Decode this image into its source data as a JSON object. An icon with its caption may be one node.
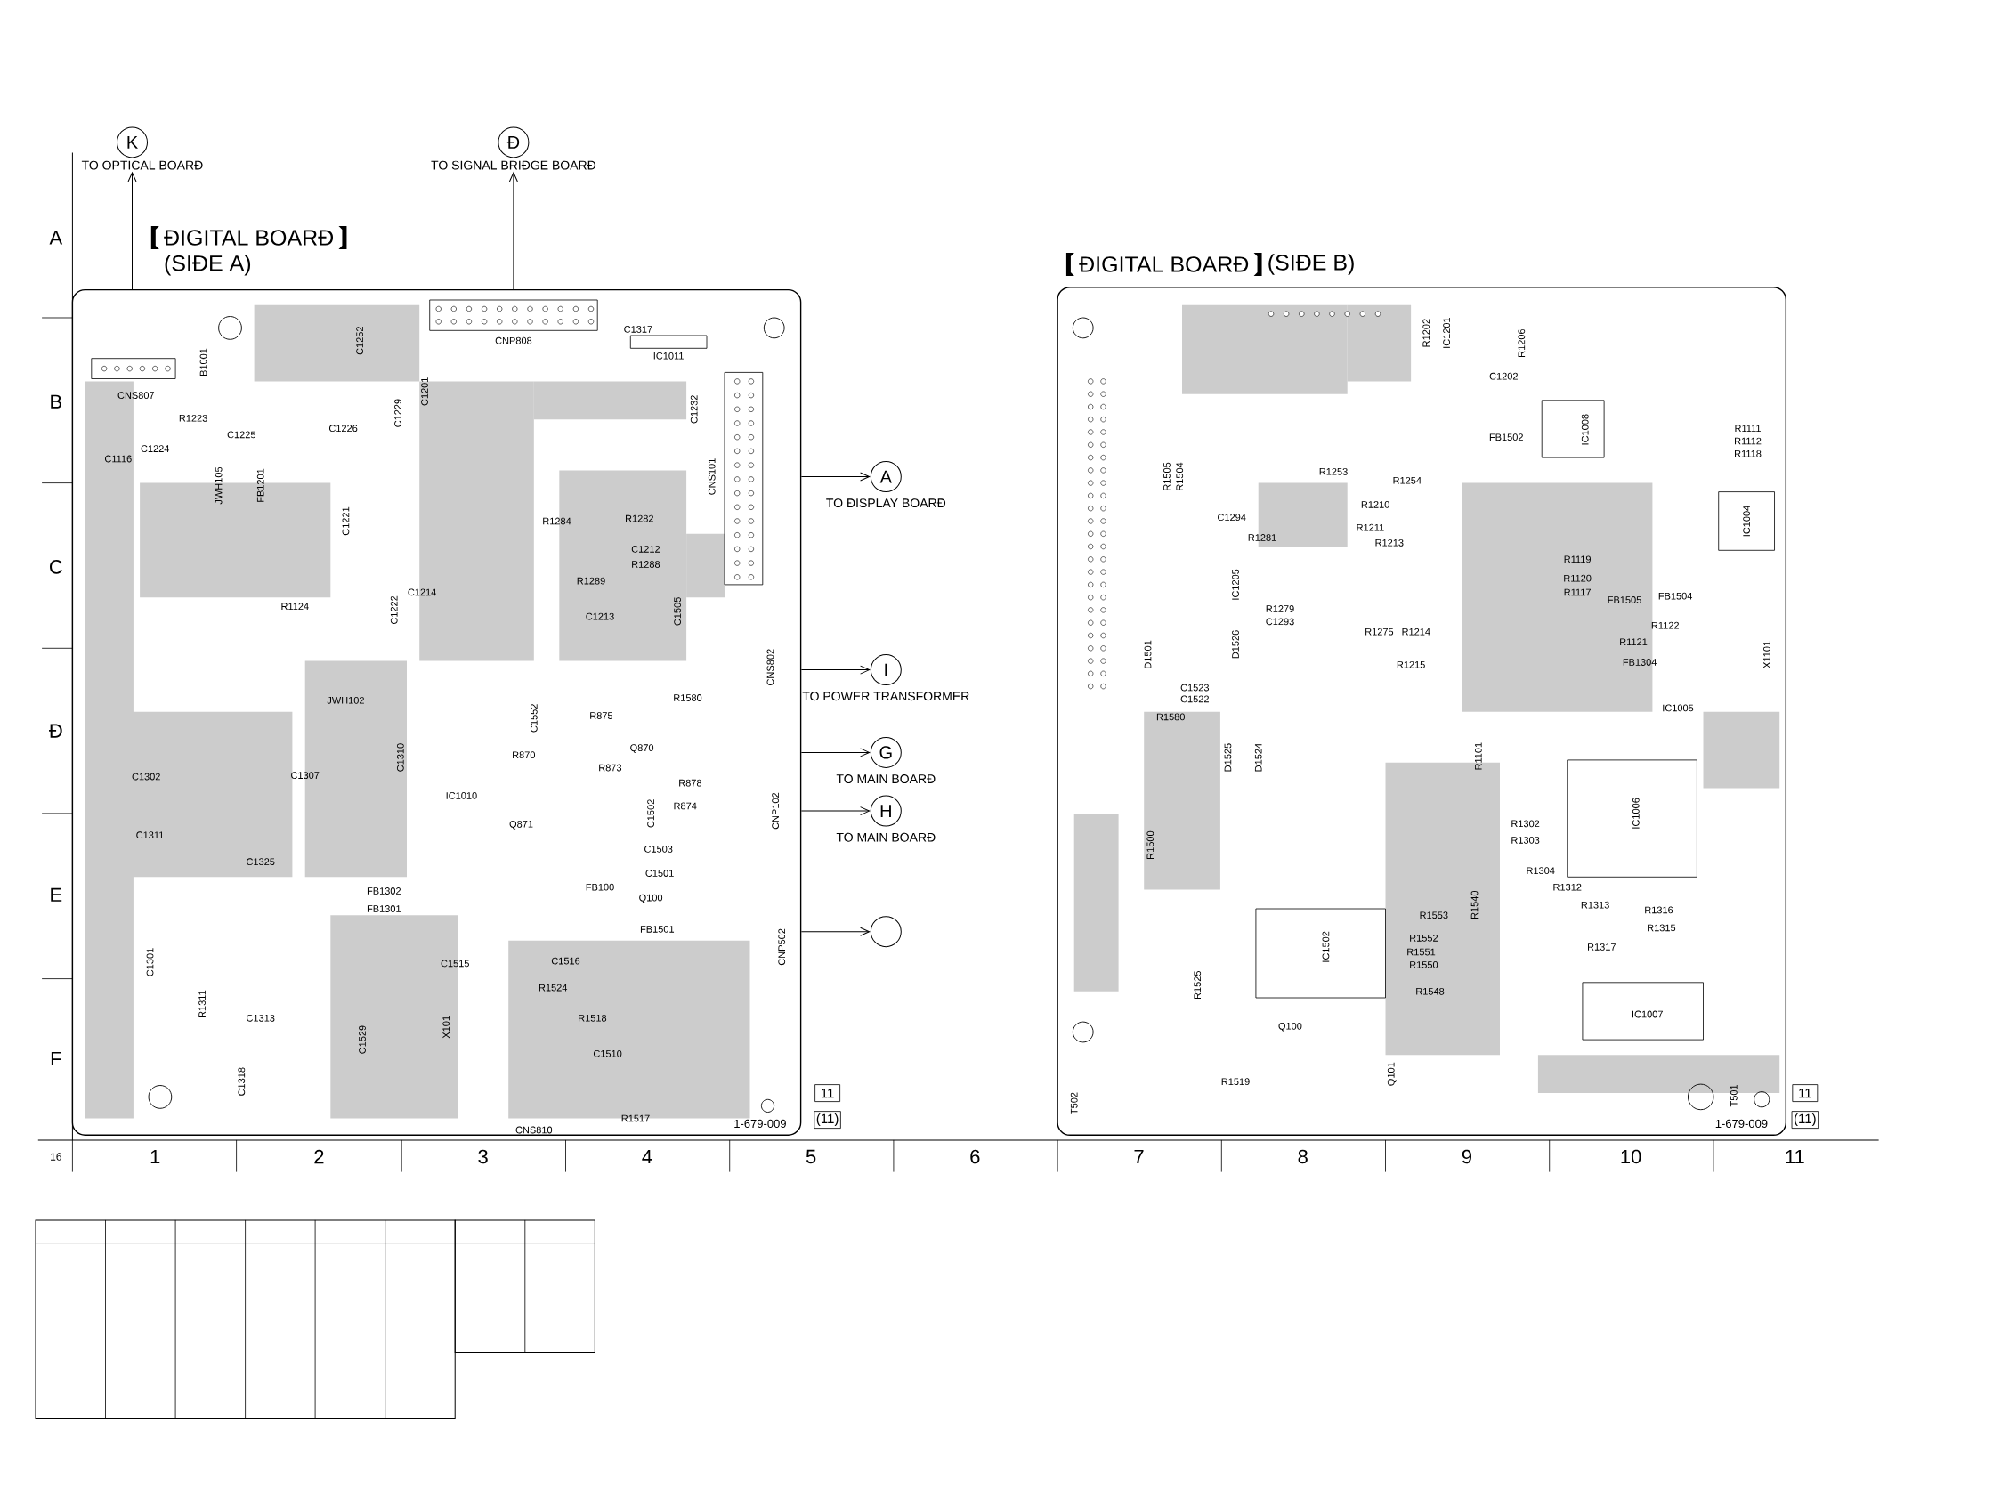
{
  "diagram": {
    "nodes": [
      {
        "text": [
          "ĐIGITAL BOARĐ",
          "(SIĐE A)"
        ]
      },
      {
        "text": [
          "ĐIGITAL BOARĐ",
          "(SIĐE B)"
        ]
      },
      {
        "text": [
          "K"
        ]
      },
      {
        "text": [
          "TO OPTICAL BOARĐ"
        ]
      },
      {
        "text": [
          "Đ"
        ]
      },
      {
        "text": [
          "TO SIGNAL BRIĐGE BOARĐ"
        ]
      },
      {
        "text": [
          "A"
        ],
        "beside": [
          "TO ĐISPLAY BOARĐ"
        ]
      },
      {
        "text": [
          "I"
        ],
        "beside": [
          "TO POWER TRANSFORMER"
        ]
      },
      {
        "text": [
          "G"
        ],
        "beside": [
          "TO MAIN BOARĐ"
        ]
      },
      {
        "text": [
          "H"
        ],
        "beside": [
          "TO MAIN BOARĐ"
        ]
      },
      {
        "text": [],
        "shape": "circle"
      }
    ],
    "edges": [
      {
        "from": 0,
        "to": 3,
        "arrow": "to"
      },
      {
        "from": 0,
        "to": 5,
        "arrow": "to"
      },
      {
        "from": 0,
        "to": 6,
        "arrow": "to"
      },
      {
        "from": 0,
        "to": 7,
        "arrow": "to"
      },
      {
        "from": 0,
        "to": 8,
        "arrow": "to"
      },
      {
        "from": 0,
        "to": 9,
        "arrow": "to"
      },
      {
        "from": 0,
        "to": 10,
        "arrow": "to"
      }
    ],
    "labels": [
      "CNS807",
      "B1001",
      "R1223",
      "C1224",
      "C1225",
      "C1116",
      "JWH105",
      "FB1201",
      "C1252",
      "CNP808",
      "C1317",
      "IC1011",
      "C1201",
      "C1229",
      "C1226",
      "C1232",
      "CNS101",
      "C1221",
      "R1284",
      "R1282",
      "C1212",
      "R1288",
      "R1289",
      "C1214",
      "R1124",
      "C1222",
      "C1213",
      "C1505",
      "CNS802",
      "JWH102",
      "R1580",
      "C1552",
      "R875",
      "Q870",
      "R870",
      "C1310",
      "C1302",
      "C1307",
      "R873",
      "R878",
      "IC1010",
      "R874",
      "C1502",
      "CNP102",
      "Q871",
      "C1311",
      "C1503",
      "C1325",
      "C1501",
      "FB100",
      "FB1302",
      "Q100",
      "FB1301",
      "FB1501",
      "C1301",
      "C1515",
      "C1516",
      "CNP502",
      "R1524",
      "R1311",
      "C1313",
      "R1518",
      "X101",
      "C1529",
      "C1510",
      "C1318",
      "R1517",
      "CNS810",
      "1-679-009",
      "11",
      "(11)",
      "R1202",
      "IC1201",
      "R1206",
      "C1202",
      "FB1502",
      "IC1008",
      "R1111",
      "R1112",
      "R1118",
      "R1505",
      "R1504",
      "R1253",
      "R1254",
      "R1210",
      "C1294",
      "IC1004",
      "R1211",
      "R1281",
      "R1213",
      "R1119",
      "R1120",
      "IC1205",
      "R1117",
      "FB1504",
      "FB1505",
      "R1279",
      "C1293",
      "D1501",
      "D1526",
      "R1275",
      "R1215",
      "R1214",
      "R1121",
      "FB1304",
      "R1122",
      "X1101",
      "C1523",
      "C1522",
      "IC1005",
      "R1580",
      "D1525",
      "D1524",
      "R1101",
      "IC1006",
      "R1302",
      "R1303",
      "R1500",
      "R1304",
      "R1312",
      "R1540",
      "R1313",
      "R1316",
      "R1553",
      "R1315",
      "R1552",
      "IC1502",
      "R1317",
      "R1551",
      "R1550",
      "R1525",
      "R1548",
      "IC1007",
      "Q100",
      "Q101",
      "R1519",
      "T502",
      "T501",
      "1-679-009",
      "11",
      "(11)",
      "A",
      "B",
      "C",
      "Đ",
      "E",
      "F",
      "16",
      "1",
      "2",
      "3",
      "4",
      "5",
      "6",
      "7",
      "8",
      "9",
      "10",
      "11"
    ]
  }
}
